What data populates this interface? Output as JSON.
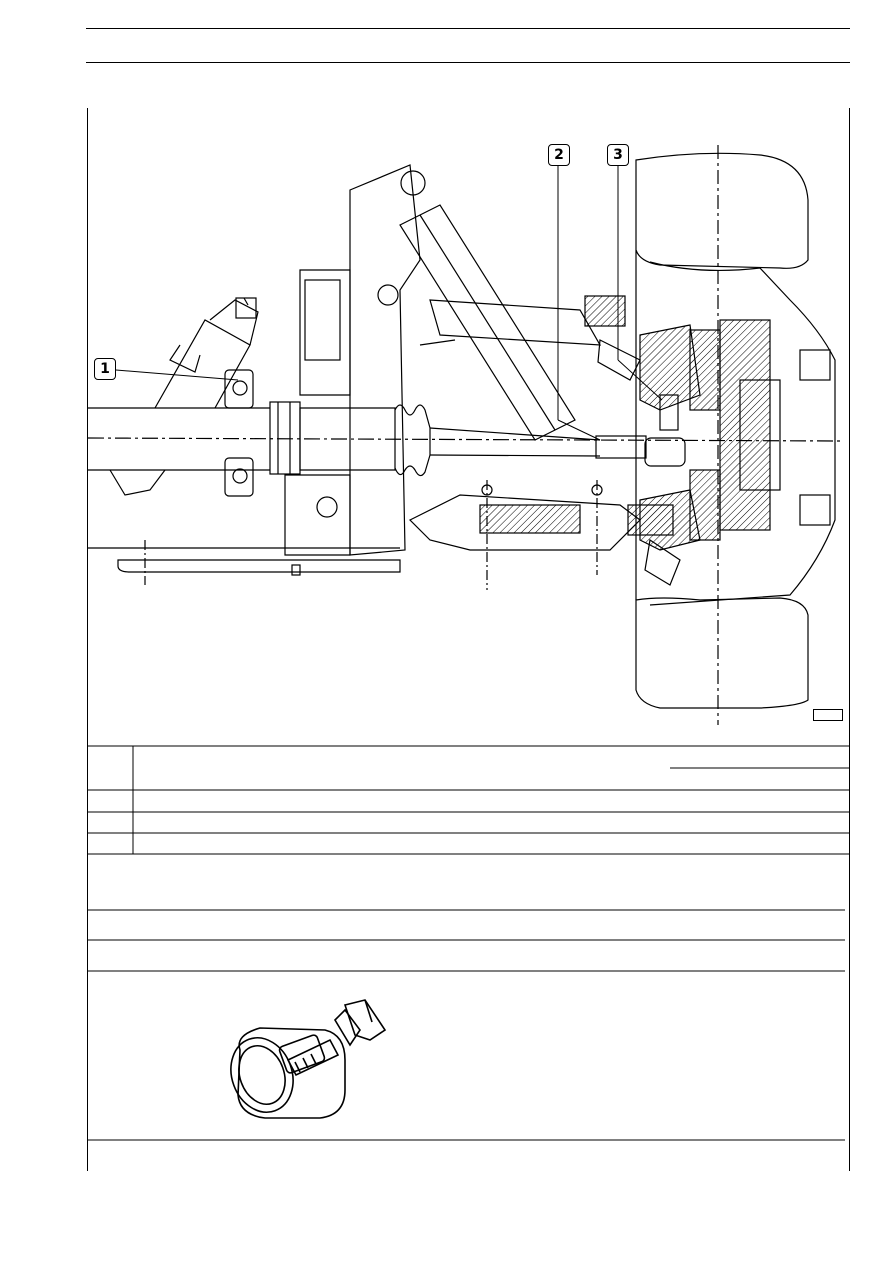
{
  "figure": {
    "callouts": [
      {
        "id": "callout-1",
        "label": "1"
      },
      {
        "id": "callout-2",
        "label": "2"
      },
      {
        "id": "callout-3",
        "label": "3"
      }
    ],
    "icons": [
      "steering-rack-diagram",
      "ball-joint-puller-tool-icon"
    ]
  },
  "colors": {
    "line": "#000000",
    "background": "#ffffff"
  }
}
